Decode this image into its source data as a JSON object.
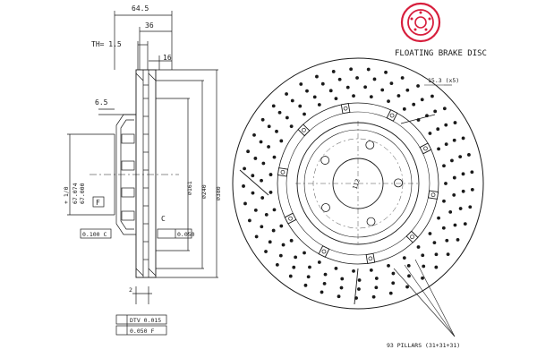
{
  "logo": {
    "color": "#d71e3c"
  },
  "title": "FLOATING BRAKE DISC",
  "side_view": {
    "dim_overall_width": "64.5",
    "dim_hat_depth": "36",
    "th_label": "TH= 1.5",
    "dim_16": "16",
    "dim_6_5": "6.5",
    "tol_label": "+ 1/0",
    "dim_67_074": "67.074",
    "dim_67_000": "67.000",
    "datum_f": "F",
    "datum_c": "C",
    "dim_161": "⌀161",
    "dim_240": "⌀240",
    "dim_380": "⌀380",
    "tol_left": "0.100 C",
    "tol_right": "0.050",
    "dim_2": "2",
    "dtv": "DTV 0.015",
    "flat": "0.050 F"
  },
  "front_view": {
    "hole_note": "15.3 (x5)",
    "pcd": "112",
    "pillars_note": "93 PILLARS (31+31+31)"
  }
}
